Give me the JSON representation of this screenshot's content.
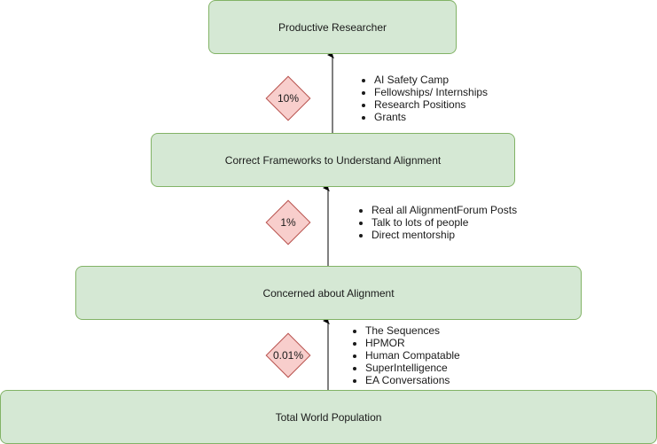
{
  "nodes": {
    "productive_researcher": "Productive Researcher",
    "correct_frameworks": "Correct Frameworks to Understand Alignment",
    "concerned": "Concerned about Alignment",
    "total_population": "Total World Population"
  },
  "conversion_rates": {
    "frameworks_to_researcher": "10%",
    "concerned_to_frameworks": "1%",
    "population_to_concerned": "0.01%"
  },
  "interventions": {
    "frameworks_to_researcher": [
      "AI Safety Camp",
      "Fellowships/ Internships",
      "Research Positions",
      "Grants"
    ],
    "concerned_to_frameworks": [
      "Real all AlignmentForum Posts",
      "Talk to lots of people",
      "Direct mentorship"
    ],
    "population_to_concerned": [
      "The Sequences",
      "HPMOR",
      "Human Compatable",
      "SuperIntelligence",
      "EA Conversations"
    ]
  }
}
